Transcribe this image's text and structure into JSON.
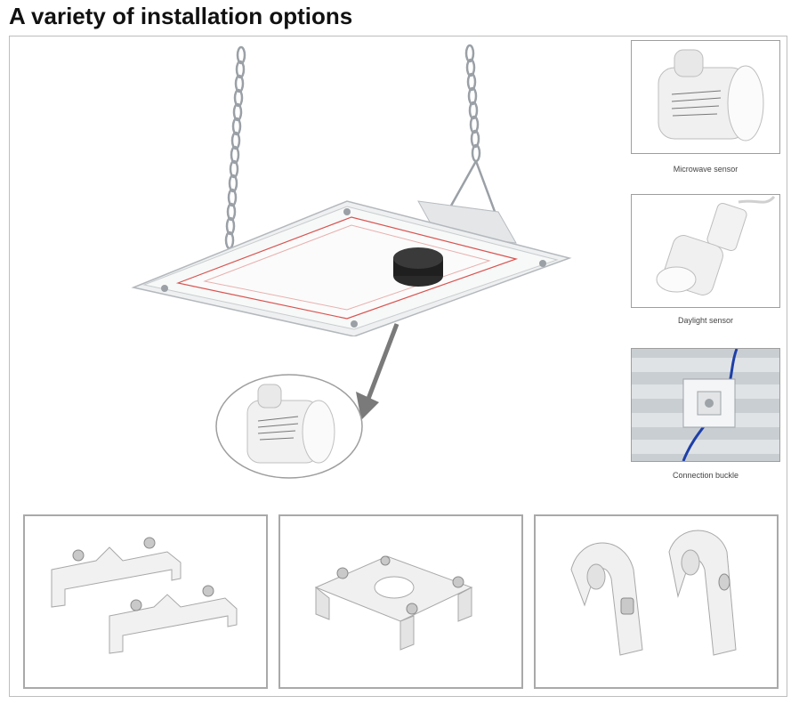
{
  "title": "A variety of installation options",
  "captions": {
    "microwave": "Microwave sensor",
    "daylight": "Daylight sensor",
    "buckle": "Connection buckle"
  },
  "colors": {
    "frame_border": "#bdbdbd",
    "thumb_border": "#9e9e9e",
    "fixture_white": "#f2f3f3",
    "sensor_black": "#1f1f1f",
    "led_strip": "#d9534f",
    "cable_blue": "#1d3fa8",
    "arrow_gray": "#7a7a7a"
  },
  "icons": {
    "fixture": "led-high-bay-fixture-icon",
    "chain": "hanging-chain-icon",
    "arrow": "arrow-down-left-icon",
    "sensor": "microwave-sensor-icon",
    "daylight": "daylight-sensor-icon",
    "buckle": "connection-buckle-icon",
    "bracket1": "u-clip-bracket-icon",
    "bracket2": "plate-mount-bracket-icon",
    "bracket3": "arch-bracket-icon"
  }
}
